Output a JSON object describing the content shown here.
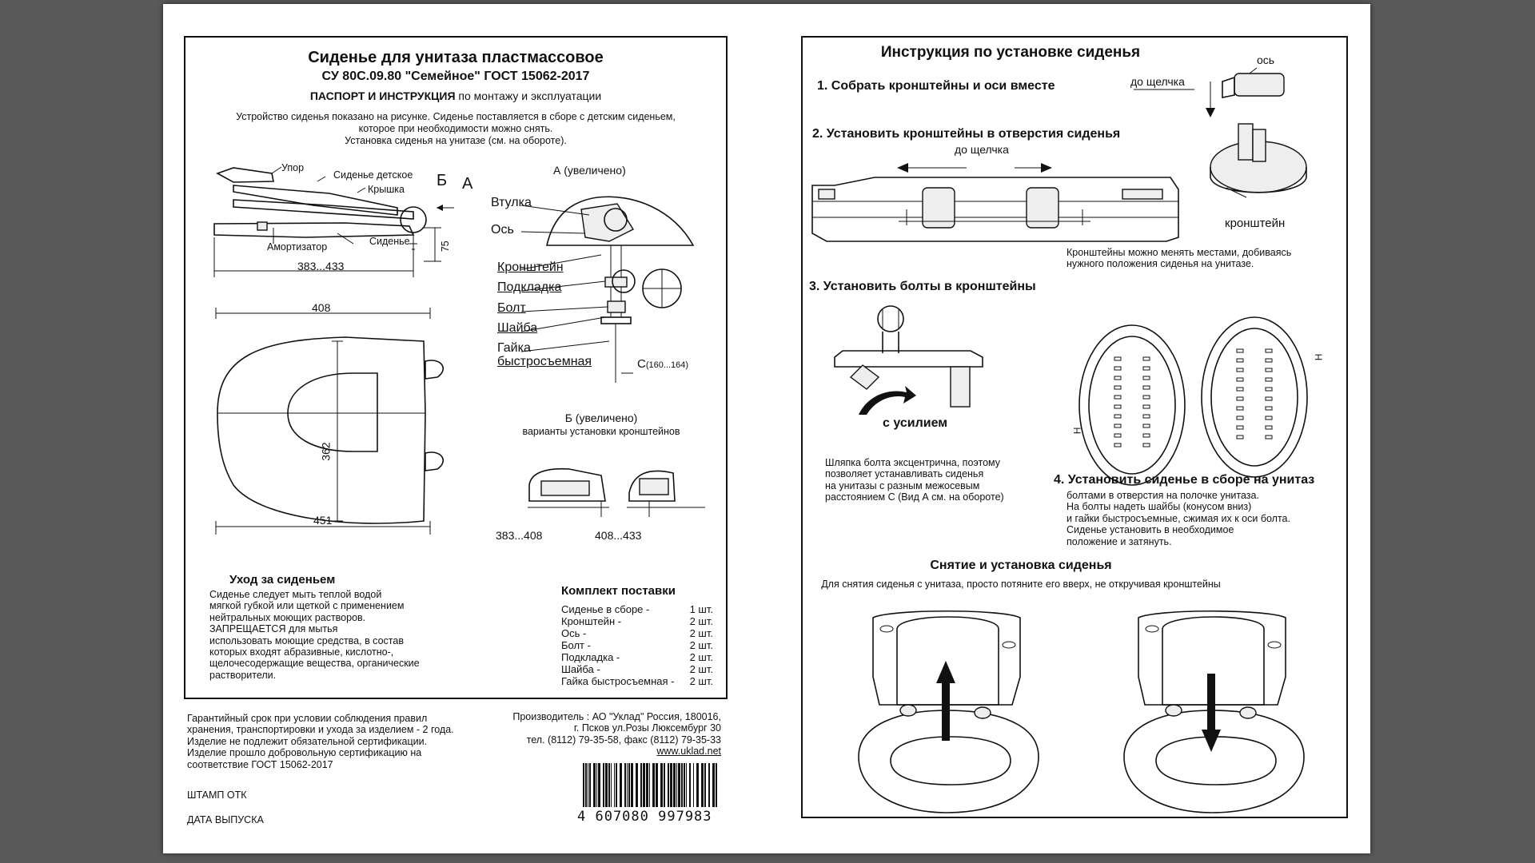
{
  "left": {
    "title": "Сиденье для унитаза пластмассовое",
    "model": "СУ 80С.09.80 \"Семейное\"   ГОСТ 15062-2017",
    "subtitle_bold": "ПАСПОРТ И ИНСТРУКЦИЯ",
    "subtitle_rest": "по монтажу и эксплуатации",
    "intro": [
      "Устройство сиденья показано на рисунке. Сиденье поставляется в сборе с детским сиденьем,",
      "которое при необходимости можно снять.",
      "Установка сиденья на унитазе (см. на обороте)."
    ],
    "side_labels": {
      "upor": "Упор",
      "child_seat": "Сиденье детское",
      "lid": "Крышка",
      "b": "Б",
      "a": "А",
      "shock": "Амортизатор",
      "seat": "Сиденье",
      "dim_75": "75",
      "dim_383_433": "383...433"
    },
    "top_view": {
      "dim_408": "408",
      "dim_362": "362",
      "dim_451": "451"
    },
    "detail_a": {
      "title": "А (увеличено)",
      "parts": [
        "Втулка",
        "Ось",
        "Кронштейн",
        "Подкладка",
        "Болт",
        "Шайба",
        "Гайка",
        "быстросъемная"
      ],
      "c_label": "C",
      "c_range": "(160...164)"
    },
    "detail_b": {
      "title": "Б (увеличено)",
      "caption": "варианты установки кронштейнов",
      "dim1": "383...408",
      "dim2": "408...433"
    },
    "care": {
      "title": "Уход за сиденьем",
      "lines": [
        "Сиденье  следует  мыть  теплой водой",
        "мягкой губкой или щеткой с применением",
        "нейтральных моющих растворов.",
        "ЗАПРЕЩАЕТСЯ  для  мытья",
        "использовать моющие средства,  в состав",
        "которых входят абразивные, кислотно-,",
        "щелочесодержащие вещества, органические",
        "растворители."
      ]
    },
    "kit": {
      "title": "Комплект поставки",
      "items": [
        {
          "name": "Сиденье в сборе -",
          "qty": "1 шт."
        },
        {
          "name": "Кронштейн -",
          "qty": "2 шт."
        },
        {
          "name": "Ось -",
          "qty": "2 шт."
        },
        {
          "name": "Болт -",
          "qty": "2 шт."
        },
        {
          "name": "Подкладка -",
          "qty": "2 шт."
        },
        {
          "name": "Шайба -",
          "qty": "2 шт."
        },
        {
          "name": "Гайка быстросъемная -",
          "qty": "2 шт."
        }
      ]
    },
    "warranty": [
      "Гарантийный срок при условии соблюдения правил",
      "хранения, транспортировки и ухода за изделием - 2 года.",
      "Изделие не подлежит обязательной сертификации.",
      "Изделие прошло добровольную сертификацию на",
      "соответствие ГОСТ 15062-2017"
    ],
    "manufacturer": [
      "Производитель : АО \"Уклад\" Россия, 180016,",
      "г. Псков ул.Розы Люксембург 30",
      "тел. (8112) 79-35-58, факс (8112) 79-35-33"
    ],
    "website": "www.uklad.net",
    "stamp": "ШТАМП ОТК",
    "date": "ДАТА ВЫПУСКА",
    "barcode": "4 607080 997983"
  },
  "right": {
    "title": "Инструкция по установке сиденья",
    "step1": "1. Собрать кронштейны и оси вместе",
    "axis_label": "ось",
    "click1": "до щелчка",
    "step2": "2. Установить кронштейны в отверстия сиденья",
    "click2": "до щелчка",
    "bracket_label": "кронштейн",
    "swap_note": [
      "Кронштейны можно менять местами, добиваясь",
      "нужного положения сиденья на унитазе."
    ],
    "step3": "3. Установить болты в кронштейны",
    "force_label": "с усилием",
    "h_label": "H",
    "eccentric_note": [
      "Шляпка болта эксцентрична, поэтому",
      "позволяет устанавливать сиденья",
      "на унитазы с разным межосевым",
      "расстоянием С (Вид А см. на обороте)"
    ],
    "step4": "4. Установить сиденье в сборе на унитаз",
    "step4_lines": [
      "болтами в отверстия на полочке унитаза.",
      "На болты  надеть  шайбы  (конусом вниз)",
      "и  гайки быстросъемные, сжимая их к оси болта.",
      "Сиденье установить в необходимое",
      "положение  и затянуть."
    ],
    "removal_title": "Снятие и установка сиденья",
    "removal_note": "Для снятия сиденья с унитаза, просто потяните его вверх, не откручивая кронштейны"
  }
}
